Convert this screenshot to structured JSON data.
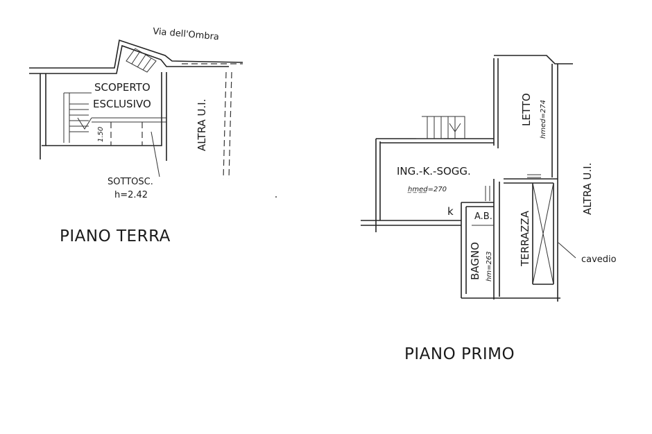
{
  "street": "Via dell'Ombra",
  "ground_floor": {
    "title": "PIANO TERRA",
    "room_line1": "SCOPERTO",
    "room_line2": "ESCLUSIVO",
    "stair_dim": "1.50",
    "under_stair_label": "SOTTOSC.",
    "under_stair_height": "h=2.42",
    "neighbor_label": "ALTRA U.I."
  },
  "first_floor": {
    "title": "PIANO PRIMO",
    "living_label": "ING.-K.-SOGG.",
    "living_height": "h̲m̲e̲d̲=270",
    "kitchen_mark": "k",
    "ab_label": "A.B.",
    "bedroom_label": "LETTO",
    "bedroom_height": "hmed=274",
    "bath_label": "BAGNO",
    "bath_height": "hm=263",
    "terrace_label": "TERRAZZA",
    "neighbor_label": "ALTRA U.I.",
    "shaft_label": "cavedio"
  }
}
